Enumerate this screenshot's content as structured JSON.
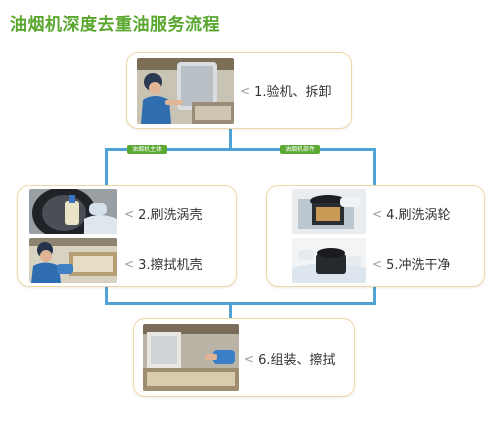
{
  "title": "油烟机深度去重油服务流程",
  "branches": {
    "main_unit_label": "油烟机主体",
    "parts_label": "油烟机部件"
  },
  "steps": [
    {
      "label": "1.验机、拆卸"
    },
    {
      "label": "2.刷洗涡壳"
    },
    {
      "label": "3.擦拭机壳"
    },
    {
      "label": "4.刷洗涡轮"
    },
    {
      "label": "5.冲洗干净"
    },
    {
      "label": "6.组装、擦拭"
    }
  ],
  "colors": {
    "title_green": "#5aa72f",
    "connector_blue": "#4fa3d5",
    "tag_green": "#5ba832",
    "card_border": "#f0d7a8"
  }
}
